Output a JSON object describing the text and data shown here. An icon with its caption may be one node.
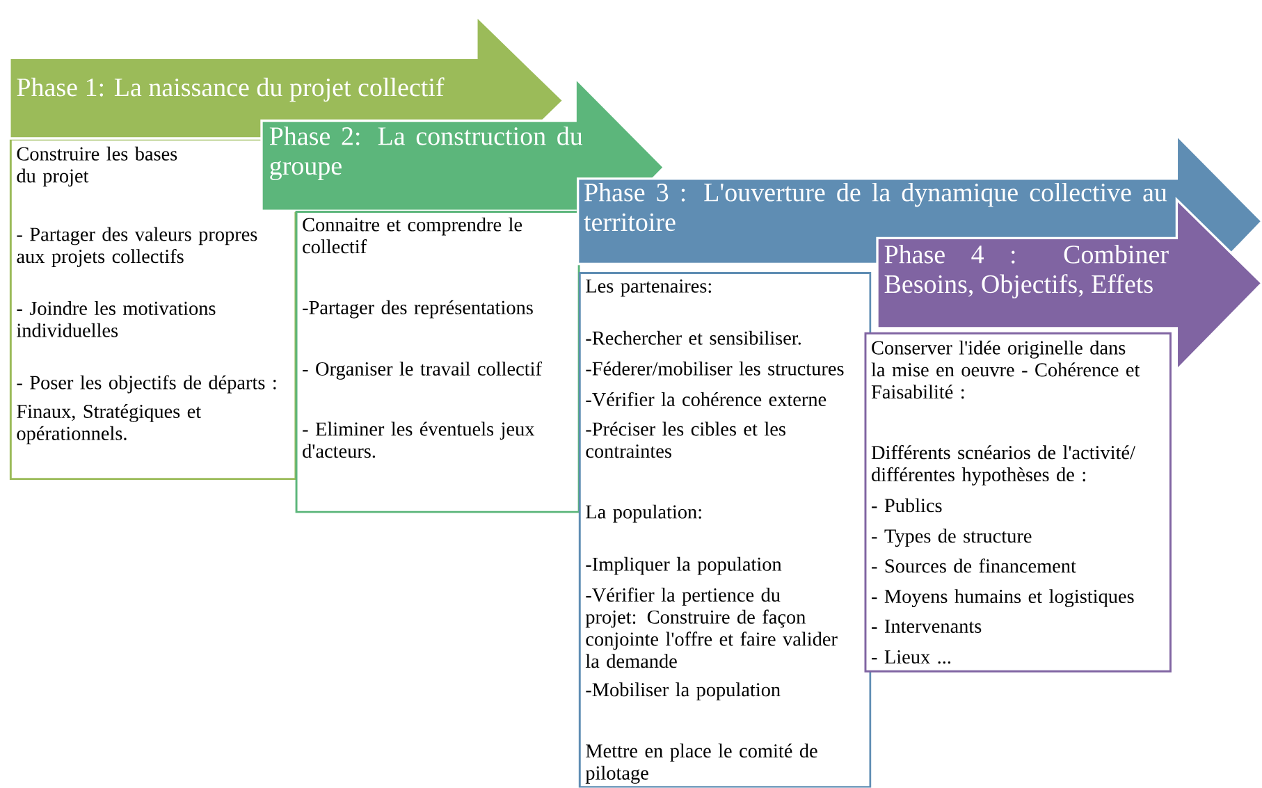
{
  "diagram": {
    "nodes": [
      {
        "text": [
          "Phase 1: La naissance du projet collectif"
        ]
      },
      {
        "text": [
          "Construire les bases du projet",
          "- Partager des valeurs propres aux projets collectifs",
          "- Joindre les motivations individuelles",
          "- Poser les objectifs de départs :",
          "Finaux, Stratégiques et opérationnels."
        ]
      },
      {
        "text": [
          "Phase 2: La construction du groupe"
        ]
      },
      {
        "text": [
          "Connaitre et comprendre le collectif",
          "-Partager des représentations",
          "- Organiser le travail collectif",
          "- Eliminer les éventuels jeux d'acteurs."
        ]
      },
      {
        "text": [
          "Phase 3 : L'ouverture de la dynamique collective au territoire"
        ]
      },
      {
        "text": [
          "Les partenaires:",
          "-Rechercher et sensibiliser.",
          "-Féderer/mobiliser les structures",
          "-Vérifier la cohérence externe",
          "-Préciser les cibles et les contraintes",
          "La population:",
          "-Impliquer la population",
          "-Vérifier la pertience du projet: Construire de façon conjointe l'offre et faire valider la demande",
          "-Mobiliser la population",
          "Mettre en place le comité de pilotage"
        ]
      },
      {
        "text": [
          "Phase 4 : Combiner Besoins, Objectifs, Effets"
        ]
      },
      {
        "text": [
          "Conserver l'idée originelle dans la mise en oeuvre - Cohérence et Faisabilité :",
          "Différents scnéarios de l'activité/ différentes hypothèses de :",
          "- Publics",
          "- Types de structure",
          "- Sources de financement",
          "- Moyens humains et logistiques",
          "- Intervenants",
          "- Lieux ..."
        ]
      }
    ]
  }
}
